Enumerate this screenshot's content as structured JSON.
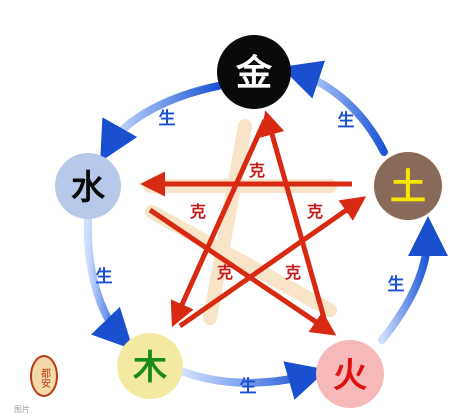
{
  "diagram": {
    "elements": [
      {
        "id": "metal",
        "char": "金",
        "fill": "#0a0a0a",
        "text_color": "#ffffff"
      },
      {
        "id": "earth",
        "char": "土",
        "fill": "#8a6a5a",
        "text_color": "#f7e600"
      },
      {
        "id": "fire",
        "char": "火",
        "fill": "#f6b8b8",
        "text_color": "#e01010"
      },
      {
        "id": "wood",
        "char": "木",
        "fill": "#f2eaa0",
        "text_color": "#1a8a1a"
      },
      {
        "id": "water",
        "char": "水",
        "fill": "#b8c8ea",
        "text_color": "#0a0a0a"
      }
    ],
    "generating_label": "生",
    "overcoming_label": "克",
    "generating_color": "#1a5fd0",
    "overcoming_color": "#e03a1a",
    "seal_text": "都安",
    "watermark_text": "图片"
  }
}
